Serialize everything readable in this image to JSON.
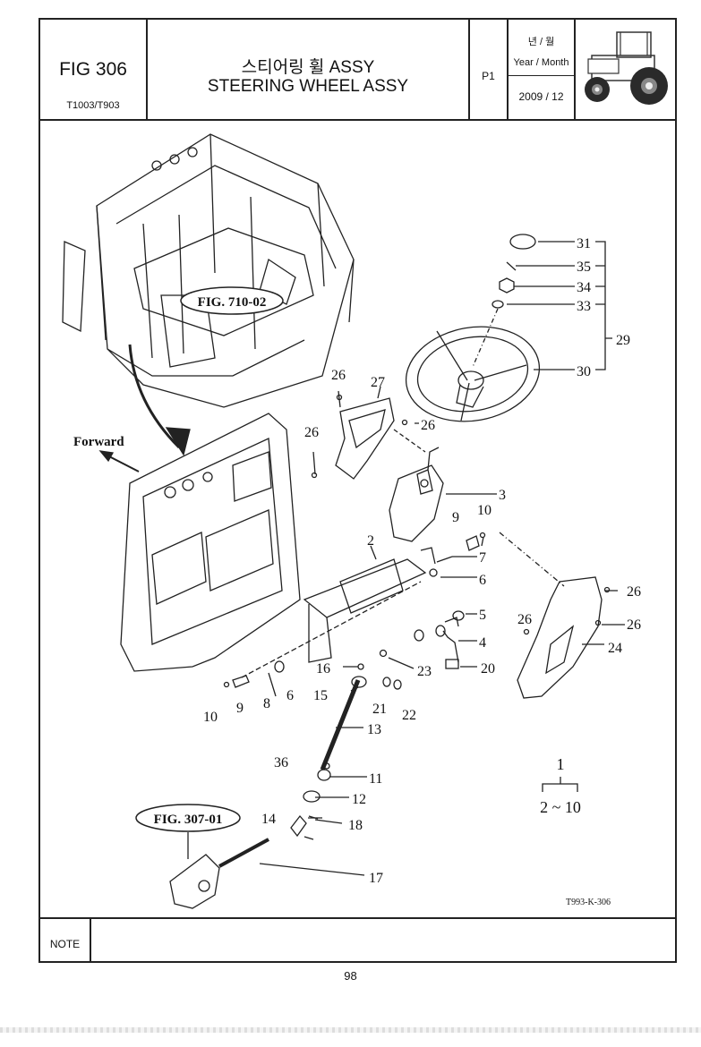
{
  "header": {
    "fig_number": "FIG 306",
    "model": "T1003/T903",
    "title_ko": "스티어링 휠 ASSY",
    "title_en": "STEERING WHEEL ASSY",
    "page": "P1",
    "date_label_ko": "년 / 월",
    "date_label_en": "Year / Month",
    "date_value": "2009 / 12"
  },
  "diagram": {
    "refs": {
      "cab": "FIG. 710-02",
      "gearbox": "FIG. 307-01"
    },
    "forward_label": "Forward",
    "parts": {
      "p31": "31",
      "p35": "35",
      "p34": "34",
      "p33": "33",
      "p29": "29",
      "p30": "30",
      "p26a": "26",
      "p27": "27",
      "p26b": "26",
      "p26c": "26",
      "p3": "3",
      "p2": "2",
      "p9a": "9",
      "p10a": "10",
      "p7": "7",
      "p6a": "6",
      "p5": "5",
      "p4": "4",
      "p20": "20",
      "p26d": "26",
      "p26e": "26",
      "p26f": "26",
      "p24": "24",
      "p23": "23",
      "p16": "16",
      "p15": "15",
      "p21": "21",
      "p22": "22",
      "p10b": "10",
      "p9b": "9",
      "p8": "8",
      "p6b": "6",
      "p13": "13",
      "p36": "36",
      "p11": "11",
      "p12": "12",
      "p14": "14",
      "p18": "18",
      "p17": "17"
    },
    "legend": {
      "top": "1",
      "bottom": "2 ~ 10"
    },
    "drawing_code": "T993-K-306"
  },
  "footer": {
    "note_label": "NOTE"
  },
  "page_number": "98"
}
